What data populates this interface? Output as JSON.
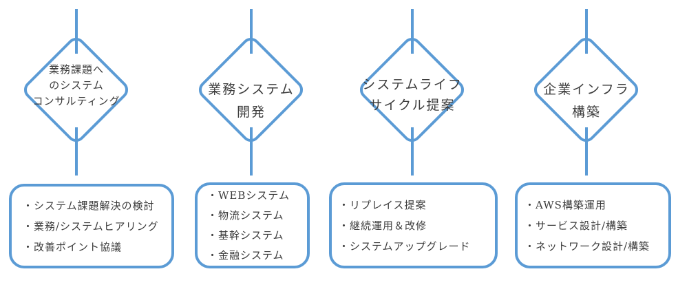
{
  "diagram": {
    "accent_color": "#5B9BD5",
    "text_color": "#3d3d3d",
    "columns": [
      {
        "diamond_label": [
          "業務課題へ",
          "のシステム",
          "コンサルティング"
        ],
        "items": [
          "・システム課題解決の検討",
          "・業務/システムヒアリング",
          "・改善ポイント協議"
        ]
      },
      {
        "diamond_label": [
          "業務システム",
          "開発"
        ],
        "items": [
          "・WEBシステム",
          "・物流システム",
          "・基幹システム",
          "・金融システム"
        ]
      },
      {
        "diamond_label": [
          "システムライフ",
          "サイクル提案"
        ],
        "items": [
          "・リプレイス提案",
          "・継続運用＆改修",
          "・システムアップグレード"
        ]
      },
      {
        "diamond_label": [
          "企業インフラ",
          "構築"
        ],
        "items": [
          "・AWS構築運用",
          "・サービス設計/構築",
          "・ネットワーク設計/構築"
        ]
      }
    ]
  }
}
